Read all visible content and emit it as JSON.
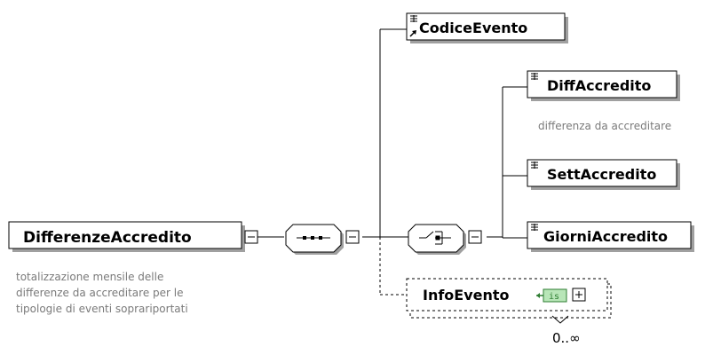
{
  "root": {
    "name": "DifferenzeAccredito",
    "documentation": [
      "totalizzazione mensile delle",
      "differenze da accreditare per le",
      "tipologie di eventi soprariportati"
    ]
  },
  "sequence_compositor": {
    "kind": "sequence",
    "icon": "sequence-icon"
  },
  "choice_compositor": {
    "kind": "choice",
    "icon": "choice-icon"
  },
  "elements": {
    "codice_evento": {
      "name": "CodiceEvento"
    },
    "diff_accredito": {
      "name": "DiffAccredito",
      "documentation": "differenza da accreditare"
    },
    "sett_accredito": {
      "name": "SettAccredito"
    },
    "giorni_accredito": {
      "name": "GiorniAccredito"
    },
    "info_evento": {
      "name": "InfoEvento",
      "occurrence": "0..∞",
      "type_badge": "is"
    }
  },
  "colors": {
    "line": "#000000",
    "optional_line": "#000000",
    "shadow": "#a0a0a0",
    "badge": "#b8e6b8",
    "badge_text": "#2e7d32"
  }
}
